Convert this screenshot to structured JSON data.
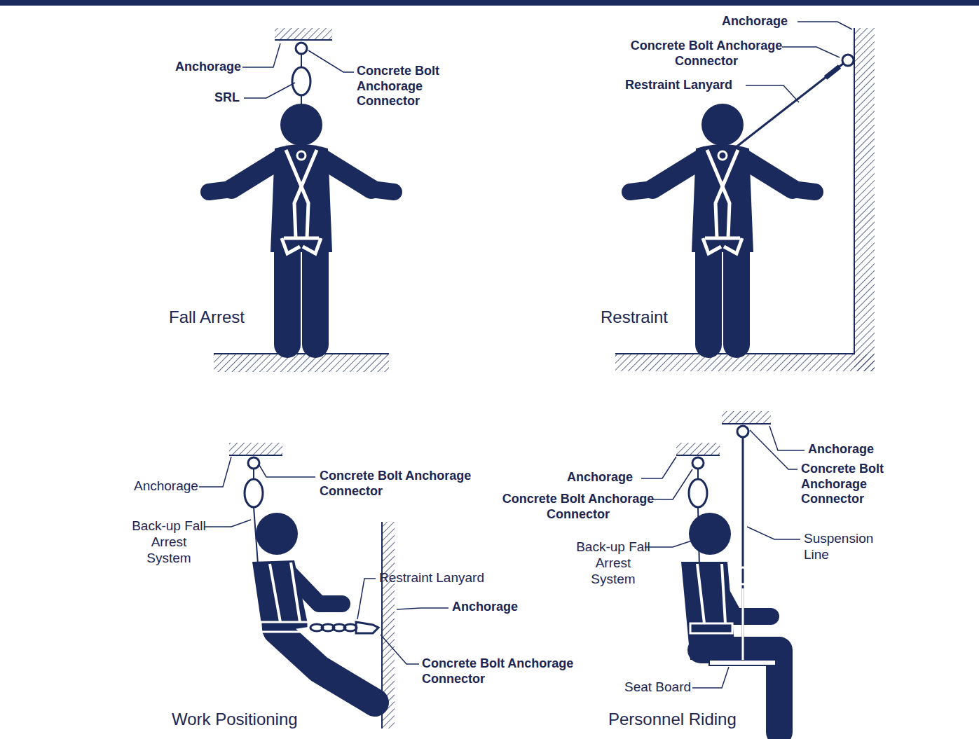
{
  "diagram": {
    "labels": [
      "Anchorage",
      "Concrete Bolt Anchorage Connector",
      "SRL",
      "Fall Arrest",
      "Anchorage",
      "Concrete Bolt Anchorage Connector",
      "Restraint Lanyard",
      "Restraint",
      "Anchorage",
      "Concrete Bolt Anchorage Connector",
      "Back-up Fall Arrest System",
      "Restraint Lanyard",
      "Anchorage",
      "Concrete Bolt Anchorage Connector",
      "Work Positioning",
      "Anchorage",
      "Concrete Bolt Anchorage Connector",
      "Anchorage",
      "Concrete Bolt Anchorage Connector",
      "Back-up Fall Arrest System",
      "Suspension Line",
      "Seat Board",
      "Personnel Riding"
    ]
  }
}
